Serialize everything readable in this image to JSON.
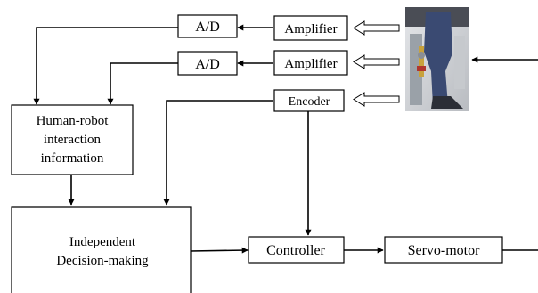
{
  "blocks": {
    "ad_top": "A/D",
    "ad_bottom": "A/D",
    "amp_top": "Amplifier",
    "amp_bottom": "Amplifier",
    "encoder": "Encoder",
    "hri": [
      "Human-robot",
      "interaction",
      "information"
    ],
    "decision": [
      "Independent",
      "Decision-making"
    ],
    "controller": "Controller",
    "servo": "Servo-motor"
  },
  "colors": {
    "line": "#000000",
    "box_fill": "#ffffff",
    "photo_bg": "#d7d9dc"
  },
  "icons": {
    "photo": "exoskeleton-leg-photo",
    "signal_arrow": "hollow-arrow"
  }
}
